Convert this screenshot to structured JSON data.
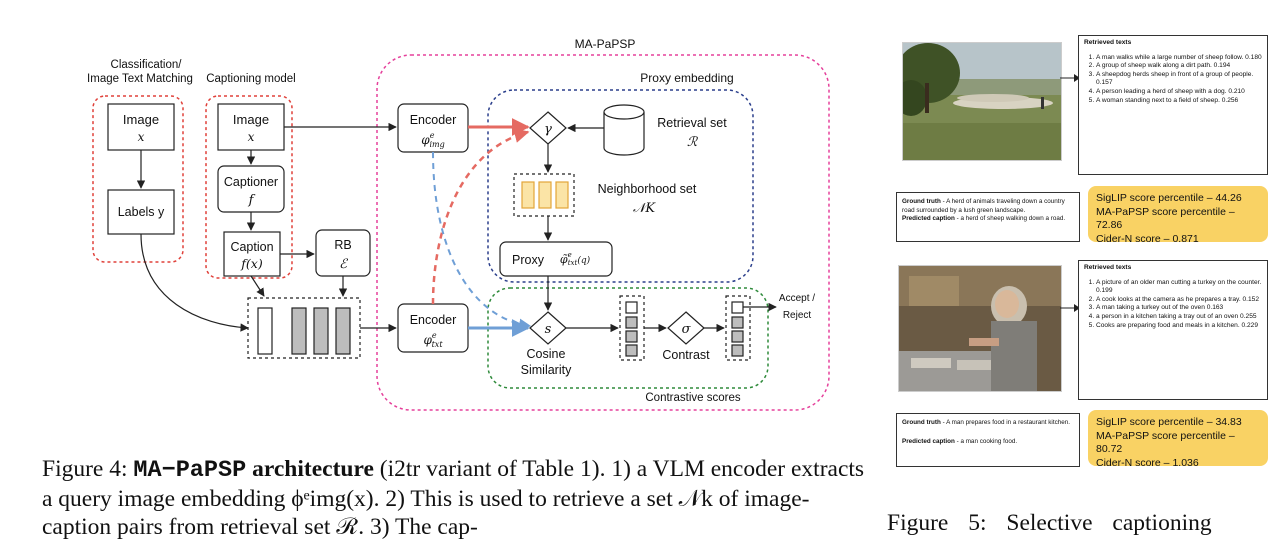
{
  "fig4": {
    "labels": {
      "ma_papsp": "MA-PaPSP",
      "classification": "Classification/",
      "image_text_matching": "Image Text Matching",
      "captioning_model": "Captioning model",
      "proxy_embedding": "Proxy embedding",
      "image": "Image",
      "x": "x",
      "labels_y": "Labels y",
      "captioner": "Captioner",
      "f": "f",
      "caption": "Caption",
      "fx": "f(x)",
      "rb": "RB",
      "rb_sym": "ℰ",
      "encoder": "Encoder",
      "phi_img": "φᵉᵢₘ𝑔",
      "phi_txt": "φᵉₜₓₜ",
      "gamma": "γ",
      "retrieval_set": "Retrieval set",
      "R": "ℛ",
      "neighborhood_set": "Neighborhood set",
      "NK": "𝒩K",
      "proxy": "Proxy",
      "proxy_sym": "φ̃ᵉₜₓₜ(q)",
      "s": "s",
      "cosine": "Cosine",
      "similarity": "Similarity",
      "sigma": "σ",
      "contrast": "Contrast",
      "accept": "Accept /",
      "reject": "Reject",
      "contrastive_scores": "Contrastive scores"
    },
    "caption_label": "Figure 4:",
    "caption_title": "MA−PaPSP",
    "caption_bold": "architecture",
    "caption_text": "(i2tr variant of Table 1). 1) a VLM encoder extracts a query image embedding ϕᵉimg(x). 2) This is used to retrieve a set 𝒩k of image-caption pairs from retrieval set ℛ. 3) The cap-"
  },
  "fig5": {
    "examples": [
      {
        "retrieved_header": "Retrieved texts",
        "retrieved": [
          "A man walks while a large number of sheep follow. 0.180",
          "A group of sheep walk along a dirt path. 0.194",
          "A sheepdog herds sheep in front of a group of people. 0.157",
          "A person leading a herd of sheep with a dog. 0.210",
          "A woman standing next to a field of sheep. 0.256"
        ],
        "ground_truth_label": "Ground truth",
        "ground_truth": " - A herd of animals traveling down a country road surrounded by a lush green landscape.",
        "predicted_label": "Predicted caption",
        "predicted": " - a herd of sheep walking down a road.",
        "scores": [
          "SigLIP score percentile – 44.26",
          "MA-PaPSP score percentile – 72.86",
          "Cider-N score – 0.871"
        ]
      },
      {
        "retrieved_header": "Retrieved texts",
        "retrieved": [
          "A picture of an older man cutting a turkey on the counter. 0.199",
          "A cook looks at the camera as he prepares a tray. 0.152",
          "A man taking a turkey out of the oven 0.163",
          "a person in a kitchen taking a tray out of an oven 0.255",
          "Cooks are preparing food and meals in a kitchen. 0.229"
        ],
        "ground_truth_label": "Ground truth",
        "ground_truth": " - A man prepares food in a restaurant kitchen.",
        "predicted_label": "Predicted caption",
        "predicted": " - a man cooking food.",
        "scores": [
          "SigLIP score percentile – 34.83",
          "MA-PaPSP score percentile – 80.72",
          "Cider-N score – 1.036"
        ]
      }
    ],
    "caption_label": "Figure 5:",
    "caption_text": "Selective captioning"
  },
  "colors": {
    "red": "#e0413a",
    "pink": "#e5409b",
    "navy": "#2b3f8c",
    "green": "#2e8a3a",
    "blue": "#6f9fd6",
    "salmon": "#e56a62",
    "yellow_fill": "#fbe4a6",
    "score_fill": "#f9d264"
  }
}
